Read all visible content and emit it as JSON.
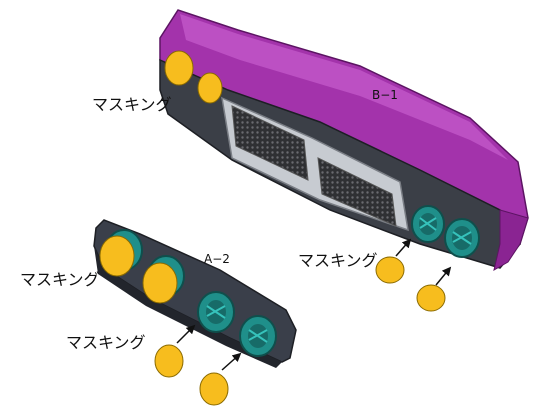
{
  "labels": {
    "part_b1": "B−1",
    "part_a2": "A−2",
    "masking_b1_left": "マスキング",
    "masking_b1_right": "マスキング",
    "masking_a2_left": "マスキング",
    "masking_a2_right": "マスキング"
  },
  "colors": {
    "bumper_purple": "#9b2aa3",
    "bumper_purple_dark": "#6f1b78",
    "grille_gray": "#5a5a5a",
    "frame_silver": "#c9cdd3",
    "cap_yellow": "#f7bd1e",
    "cap_outline": "#8a6a00",
    "housing_teal": "#2aa6a0",
    "housing_teal_dark": "#1a6f6c",
    "strip_dark": "#3a3f4a"
  },
  "icons": [
    "masking-cap-icon",
    "arrow-icon",
    "fog-lamp-housing-icon"
  ]
}
